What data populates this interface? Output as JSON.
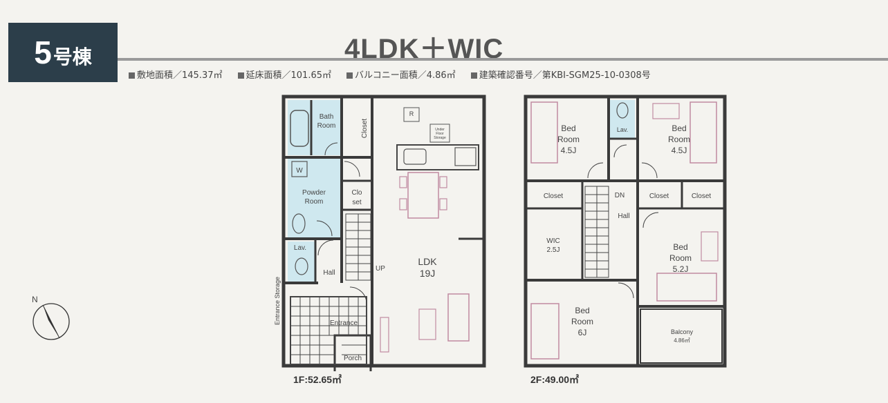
{
  "header": {
    "building_number": "5",
    "building_suffix": "号棟",
    "layout_title": "4LDK＋WIC"
  },
  "specs": [
    {
      "label": "敷地面積／145.37㎡"
    },
    {
      "label": "延床面積／101.65㎡"
    },
    {
      "label": "バルコニー面積／4.86㎡"
    },
    {
      "label": "建築確認番号／第KBI-SGM25-10-0308号"
    }
  ],
  "floor1": {
    "area_label": "1F:52.65㎡",
    "rooms": {
      "bath": [
        "Bath",
        "Room"
      ],
      "closet_top": "Closet",
      "powder": [
        "Powder",
        "Room"
      ],
      "w": "W",
      "closet_mid": [
        "Clo",
        "set"
      ],
      "lav": "Lav.",
      "hall": "Hall",
      "up": "UP",
      "ldk": [
        "LDK",
        "19J"
      ],
      "r": "R",
      "under_floor": [
        "Under",
        "Floor",
        "Storage"
      ],
      "entrance_storage": "Entrance Storage",
      "entrance": "Entrance",
      "porch": "Porch"
    }
  },
  "floor2": {
    "area_label": "2F:49.00㎡",
    "rooms": {
      "bed1": [
        "Bed",
        "Room",
        "4.5J"
      ],
      "lav": "Lav.",
      "bed2": [
        "Bed",
        "Room",
        "4.5J"
      ],
      "closet_a": "Closet",
      "dn": "DN",
      "hall": "Hall",
      "closet_b": "Closet",
      "closet_c": "Closet",
      "wic": [
        "WIC",
        "2.5J"
      ],
      "bed3": [
        "Bed",
        "Room",
        "5.2J"
      ],
      "bed4": [
        "Bed",
        "Room",
        "6J"
      ],
      "balcony": [
        "Balcony",
        "4.86㎡"
      ]
    }
  },
  "compass_label": "N",
  "colors": {
    "badge_bg": "#2c3e4a",
    "wet_area": "#cfe8ef",
    "wall": "#3a3a3a",
    "furniture": "#c08aa0"
  }
}
